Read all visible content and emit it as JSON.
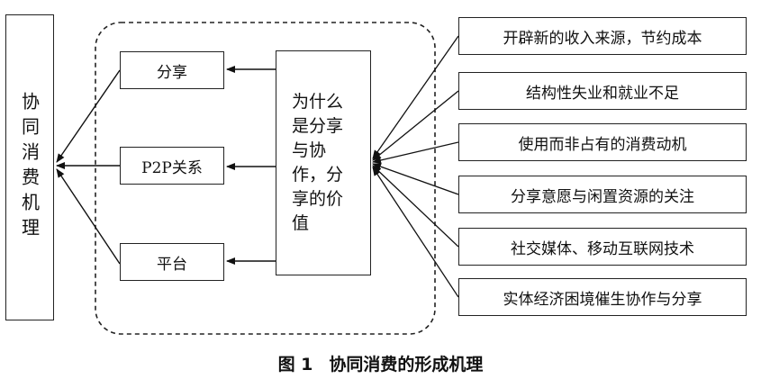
{
  "mechanism_label": "协同消费机理",
  "center_label": "为什么是分享与协作，分享的价值",
  "middle_nodes": [
    "分享",
    "P2P关系",
    "平台"
  ],
  "factors": [
    "开辟新的收入来源，节约成本",
    "结构性失业和就业不足",
    "使用而非占有的消费动机",
    "分享意愿与闲置资源的关注",
    "社交媒体、移动互联网技术",
    "实体经济困境催生协作与分享"
  ],
  "caption": {
    "number": "图 1",
    "title": "协同消费的形成机理"
  }
}
